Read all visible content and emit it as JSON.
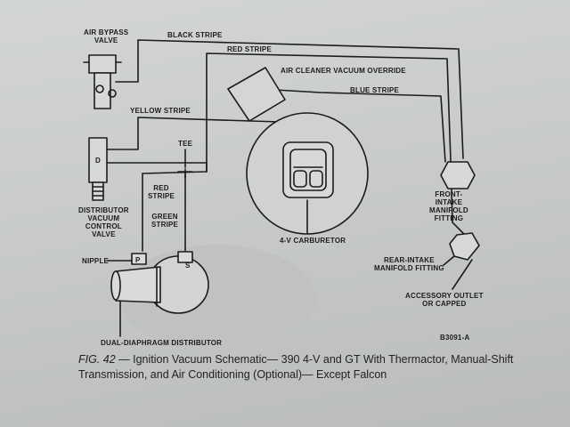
{
  "labels": {
    "air_bypass_valve": [
      "AIR BYPASS",
      "VALVE"
    ],
    "black_stripe": "BLACK STRIPE",
    "red_stripe_top": "RED STRIPE",
    "air_cleaner_override": "AIR CLEANER  VACUUM OVERRIDE",
    "blue_stripe": "BLUE STRIPE",
    "yellow_stripe": "YELLOW STRIPE",
    "tee": "TEE",
    "port_d": "D",
    "distributor_valve": [
      "DISTRIBUTOR",
      "VACUUM",
      "CONTROL",
      "VALVE"
    ],
    "red_stripe_lower": [
      "RED",
      "STRIPE"
    ],
    "green_stripe": [
      "GREEN",
      "STRIPE"
    ],
    "nipple": "NIPPLE",
    "port_p": "P",
    "port_s": "S",
    "carburetor": "4-V CARBURETOR",
    "front_manifold": [
      "FRONT-",
      "INTAKE",
      "MANIFOLD",
      "FITTING"
    ],
    "rear_manifold": [
      "REAR-INTAKE",
      "MANIFOLD FITTING"
    ],
    "accessory_outlet": [
      "ACCESSORY OUTLET",
      "OR CAPPED"
    ],
    "distributor": "DUAL-DIAPHRAGM DISTRIBUTOR",
    "ref_code": "B3091-A"
  },
  "caption": {
    "fig": "FIG. 42",
    "text": " — Ignition Vacuum Schematic— 390 4-V and GT With Thermactor, Manual-Shift Transmission, and Air Conditioning (Optional)— Except Falcon"
  },
  "colors": {
    "ink": "#1c1c1c",
    "paper": "#d0d3d0"
  }
}
